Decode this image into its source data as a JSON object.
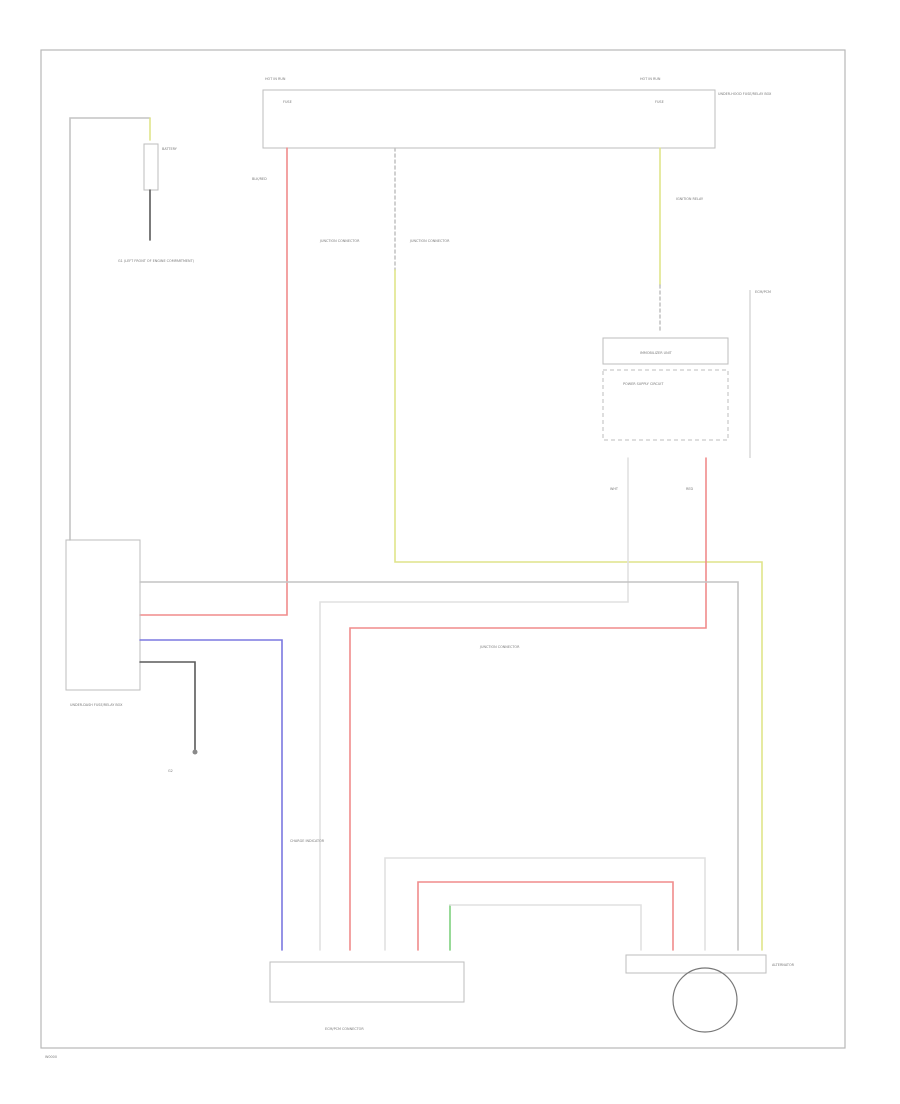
{
  "diagram": {
    "page_code": "W0000",
    "labels": {
      "hot_in_run_left": "HOT IN RUN",
      "hot_in_run_right": "HOT IN RUN",
      "underhood_fuse_box": "UNDER-HOOD FUSE/RELAY BOX",
      "battery": "BATTERY",
      "battery_ground": "G1 (LEFT FRONT OF ENGINE COMPARTMENT)",
      "junction_connector_left": "JUNCTION CONNECTOR",
      "junction_connector_right": "JUNCTION CONNECTOR",
      "immobilizer_unit": "IMMOBILIZER UNIT",
      "power_supply_circuit": "POWER SUPPLY CIRCUIT",
      "ignition_relay": "IGNITION RELAY",
      "engine_control_module": "ECM/PCM",
      "alternator": "ALTERNATOR",
      "ground_g2": "G2",
      "fuse_box_lower_left": "UNDER-DASH FUSE/RELAY BOX",
      "charge_indicator": "CHARGE INDICATOR",
      "connector_bottom": "ECM/PCM CONNECTOR"
    },
    "wire_colors": {
      "red": "#f08c8c",
      "yellow": "#dfe48a",
      "blue": "#7b78e0",
      "green": "#7fd07f",
      "gray": "#c4c4c4",
      "white": "#e1e1e1",
      "black": "#5a5a5a"
    }
  }
}
